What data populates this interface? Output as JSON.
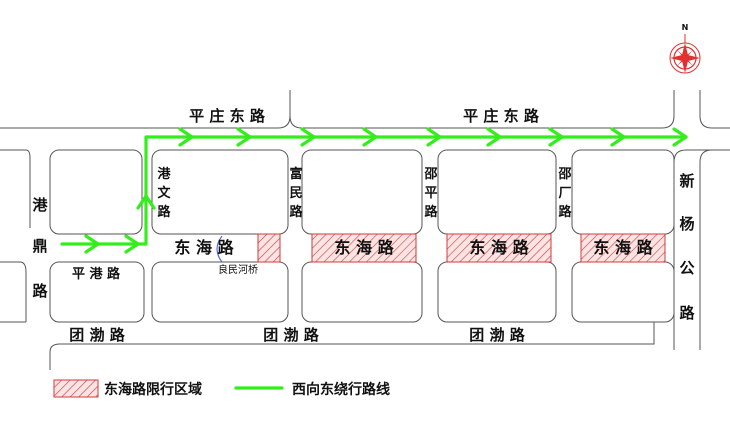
{
  "colors": {
    "route": "#33ee1a",
    "zone_stroke": "#d43a3a",
    "zone_fill": "#fbe4e4",
    "compass": "#e03030"
  },
  "compass": {
    "label": "N",
    "icon": "compass-rose-icon"
  },
  "roads": {
    "pingzhuang_east_1": "平 庄 东 路",
    "pingzhuang_east_2": "平 庄 东 路",
    "donghai_1": "东 海 路",
    "donghai_2": "东 海 路",
    "donghai_3": "东 海 路",
    "donghai_4": "东 海 路",
    "tuanbo_1": "团 渤 路",
    "tuanbo_2": "团 渤 路",
    "tuanbo_3": "团 渤 路",
    "pinggang": "平 港 路",
    "gangding": [
      "港",
      "鼎",
      "路"
    ],
    "gangwen": [
      "港",
      "文",
      "路"
    ],
    "fumin": [
      "富",
      "民",
      "路"
    ],
    "shaoping": [
      "邵",
      "平",
      "路"
    ],
    "shaochang": [
      "邵",
      "厂",
      "路"
    ],
    "xinyang": [
      "新",
      "杨",
      "公",
      "路"
    ],
    "bridge": "良民河桥"
  },
  "legend": {
    "zone_label": "东海路限行区域",
    "route_label": "西向东绕行路线"
  }
}
